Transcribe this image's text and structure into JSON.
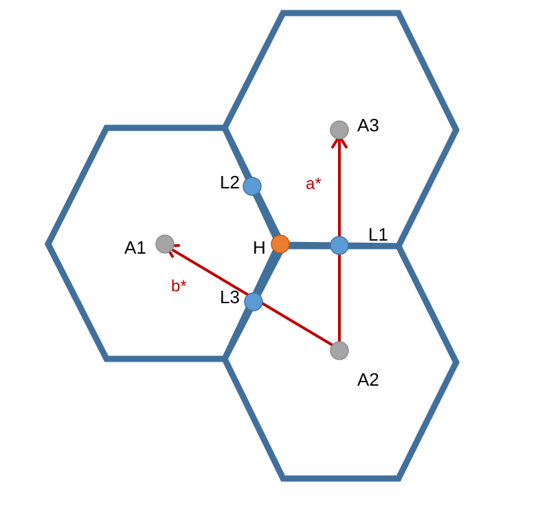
{
  "colors": {
    "hexagon": "#41709C",
    "vector": "#C00000",
    "site_atom": "#A5A5A5",
    "site_atom_stroke": "#8C8C8C",
    "site_ligand": "#5B9BD5",
    "site_ligand_stroke": "#41709C",
    "site_hub": "#ED7D31",
    "site_hub_stroke": "#C55A11",
    "label_text": "#000000"
  },
  "labels": {
    "A1": "A1",
    "A2": "A2",
    "A3": "A3",
    "L1": "L1",
    "L2": "L2",
    "L3": "L3",
    "H": "H"
  },
  "vectors": {
    "a": {
      "label": "a*",
      "from": "A2",
      "to": "A3"
    },
    "b": {
      "label": "b*",
      "from": "A2",
      "to": "A1"
    }
  }
}
